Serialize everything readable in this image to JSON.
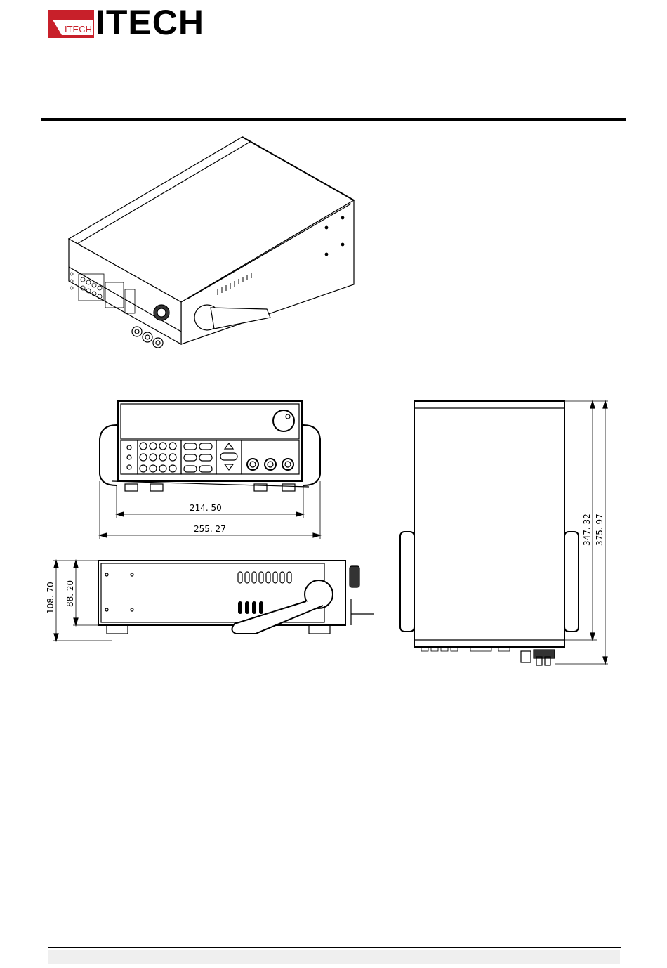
{
  "header": {
    "logo_small_text": "ITECH",
    "logo_word": "ITECH",
    "brand_color": "#c8202a"
  },
  "drawing": {
    "front_view": {
      "inner_width": "214. 50",
      "outer_width": "255. 27"
    },
    "side_view": {
      "outer_height": "108. 70",
      "inner_height": "88. 20"
    },
    "top_view": {
      "inner_depth": "347. 32",
      "outer_depth": "375. 97"
    }
  }
}
